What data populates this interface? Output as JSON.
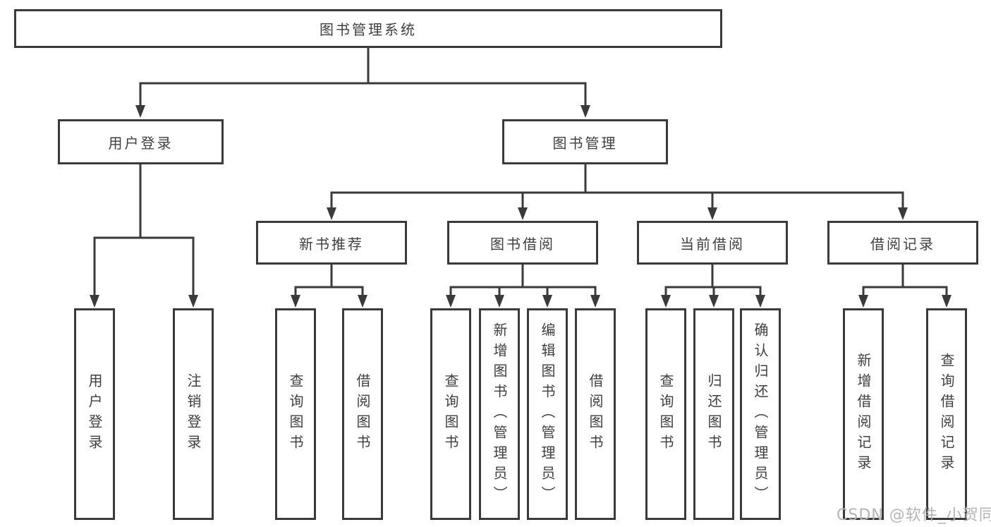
{
  "colors": {
    "line": "#3a3a3a",
    "text": "#3f3f3f",
    "background": "#ffffff",
    "watermark": "#b4b4b4"
  },
  "watermark": "CSDN @软件_小贺同学",
  "tree": {
    "label": "图书管理系统",
    "children": [
      {
        "label": "用户登录",
        "children": [
          {
            "label": "用户登录"
          },
          {
            "label": "注销登录"
          }
        ]
      },
      {
        "label": "图书管理",
        "children": [
          {
            "label": "新书推荐",
            "children": [
              {
                "label": "查询图书"
              },
              {
                "label": "借阅图书"
              }
            ]
          },
          {
            "label": "图书借阅",
            "children": [
              {
                "label": "查询图书"
              },
              {
                "label": "新增图书（管理员）"
              },
              {
                "label": "编辑图书（管理员）"
              },
              {
                "label": "借阅图书"
              }
            ]
          },
          {
            "label": "当前借阅",
            "children": [
              {
                "label": "查询图书"
              },
              {
                "label": "归还图书"
              },
              {
                "label": "确认归还（管理员）"
              }
            ]
          },
          {
            "label": "借阅记录",
            "children": [
              {
                "label": "新增借阅记录"
              },
              {
                "label": "查询借阅记录"
              }
            ]
          }
        ]
      }
    ]
  }
}
